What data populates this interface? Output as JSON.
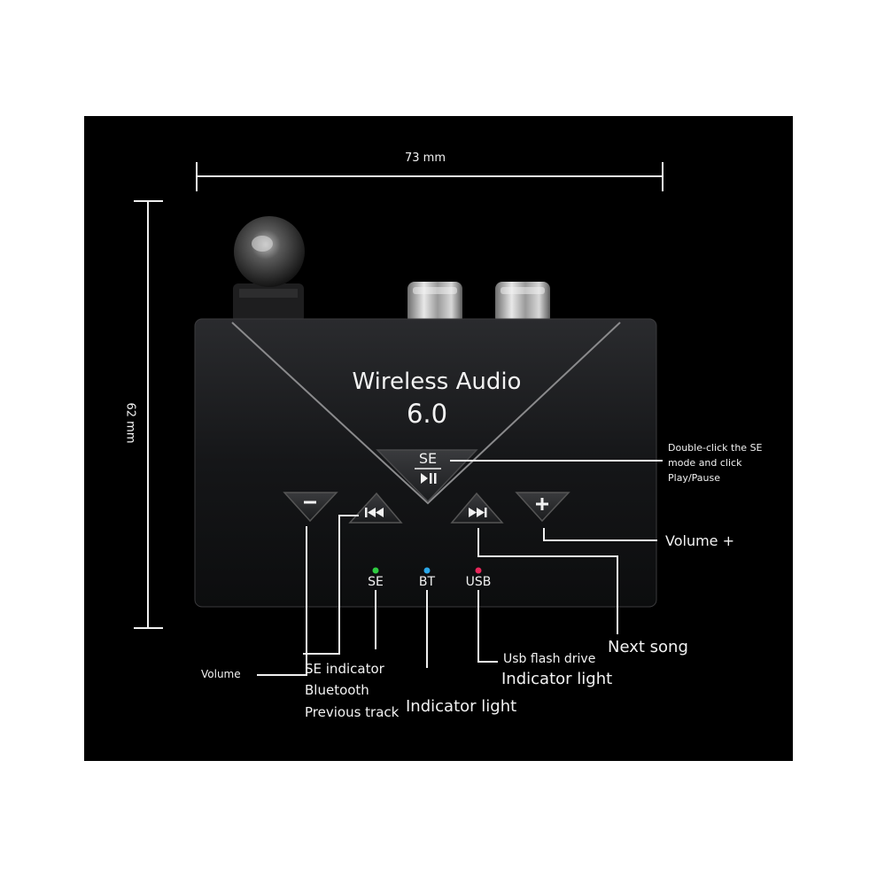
{
  "dimensions": {
    "width_label": "73 mm",
    "height_label": "62 mm"
  },
  "device": {
    "title_line1": "Wireless Audio",
    "title_line2": "6.0",
    "se_button_text": "SE",
    "se_button_icon": "play-pause-icon",
    "buttons": [
      {
        "name": "volume-down",
        "symbol": "−"
      },
      {
        "name": "previous-track",
        "symbol": "⏮"
      },
      {
        "name": "next-track",
        "symbol": "⏭"
      },
      {
        "name": "volume-up",
        "symbol": "+"
      }
    ],
    "indicators": [
      {
        "label": "SE",
        "color": "#2ecc40"
      },
      {
        "label": "BT",
        "color": "#2aa7e8"
      },
      {
        "label": "USB",
        "color": "#e8265a"
      }
    ]
  },
  "callouts": {
    "play_pause_line1": "Double-click the SE",
    "play_pause_line2": "mode and click",
    "play_pause_line3": "Play/Pause",
    "volume_up": "Volume +",
    "next_song": "Next song",
    "usb_line1": "Usb flash drive",
    "usb_line2": "Indicator light",
    "volume": "Volume",
    "left_line1": "SE indicator",
    "left_line2": "Bluetooth",
    "left_line3": "Previous track",
    "indicator_light": "Indicator light"
  }
}
